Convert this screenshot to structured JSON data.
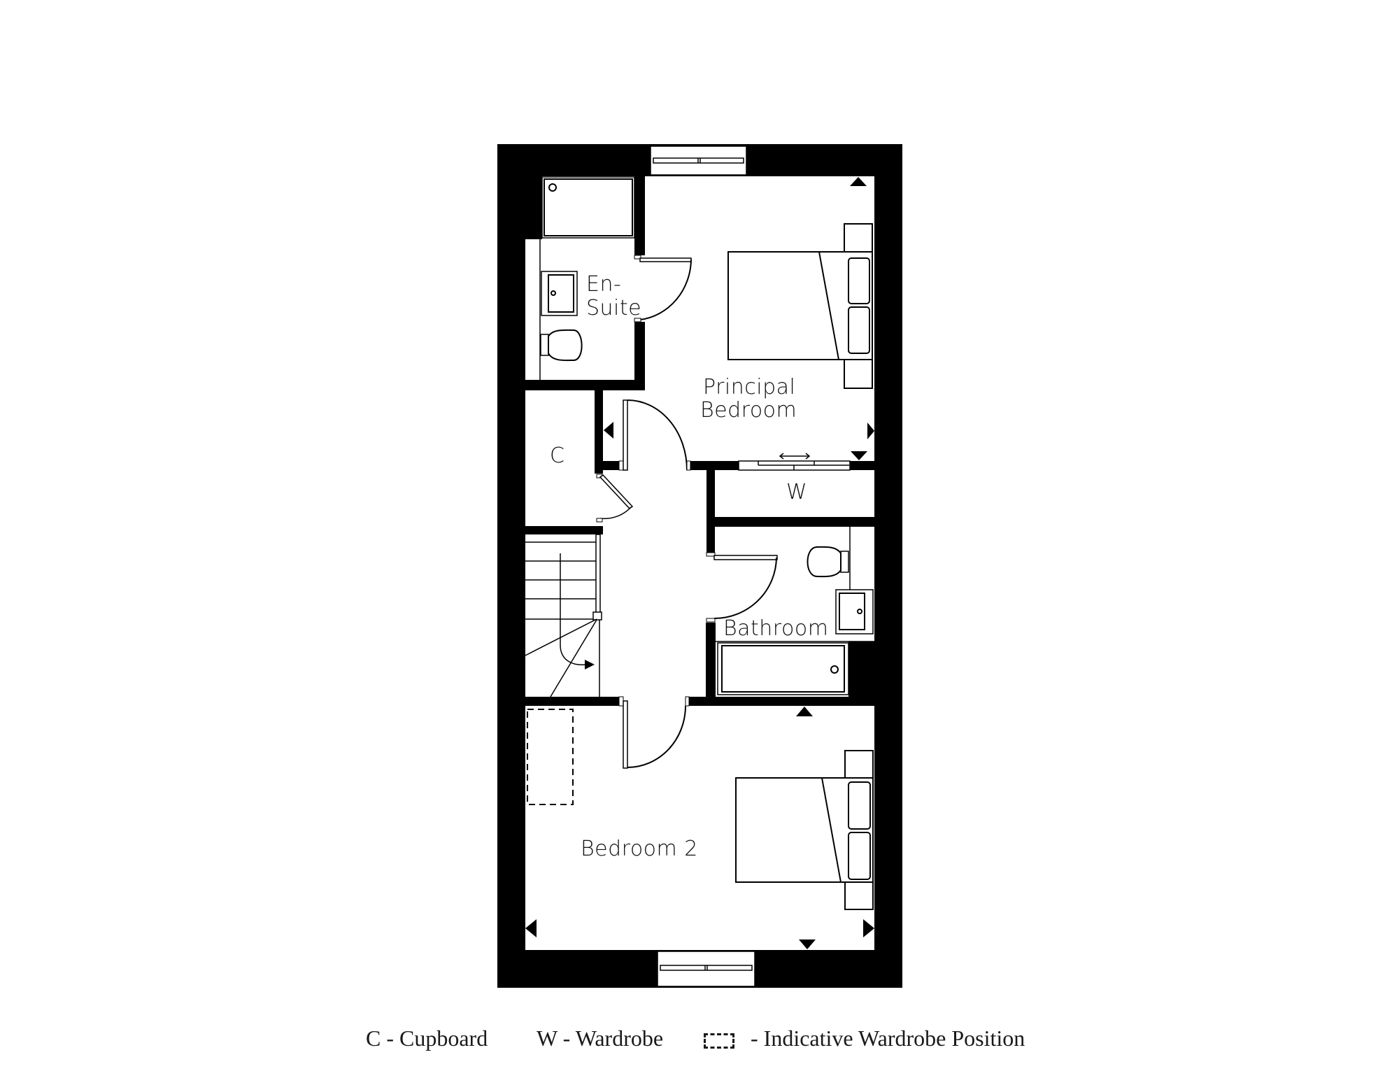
{
  "floor_plan": {
    "rooms": [
      {
        "id": "en-suite",
        "label_lines": [
          "En-",
          "Suite"
        ]
      },
      {
        "id": "principal-bedroom",
        "label_lines": [
          "Principal",
          "Bedroom"
        ]
      },
      {
        "id": "cupboard",
        "label": "C"
      },
      {
        "id": "wardrobe",
        "label": "W"
      },
      {
        "id": "bathroom",
        "label": "Bathroom"
      },
      {
        "id": "bedroom-2",
        "label": "Bedroom 2"
      }
    ],
    "colors": {
      "wall": "#000000",
      "background": "#ffffff",
      "line": "#000000"
    }
  },
  "legend": {
    "items": [
      {
        "key": "C",
        "text": "C - Cupboard"
      },
      {
        "key": "W",
        "text": "W - Wardrobe"
      },
      {
        "key": "dashed-box",
        "text": "- Indicative Wardrobe Position"
      }
    ]
  }
}
